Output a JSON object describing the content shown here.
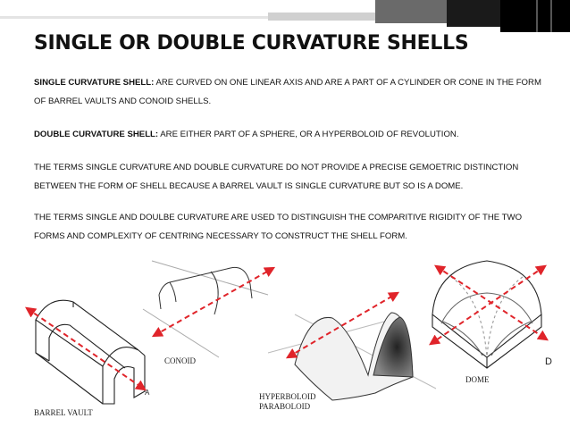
{
  "title": "SINGLE OR DOUBLE CURVATURE SHELLS",
  "paragraphs": {
    "single": {
      "term": "SINGLE CURVATURE SHELL:",
      "text": " ARE CURVED ON ONE LINEAR AXIS AND ARE A PART OF A CYLINDER OR CONE IN THE FORM OF BARREL VAULTS AND CONOID SHELLS."
    },
    "double": {
      "term": "DOUBLE CURVATURE SHELL:",
      "text": " ARE EITHER PART OF A SPHERE, OR A HYPERBOLOID OF REVOLUTION."
    },
    "terms": "THE TERMS SINGLE CURVATURE AND DOUBLE CURVATURE DO NOT PROVIDE A PRECISE GEMOETRIC DISTINCTION BETWEEN THE FORM OF SHELL BECAUSE A BARREL VAULT IS SINGLE CURVATURE BUT SO IS A DOME.",
    "rigidity": "THE TERMS SINGLE AND DOULBE CURVATURE ARE USED TO DISTINGUISH THE COMPARITIVE RIGIDITY OF THE TWO FORMS AND COMPLEXITY OF CENTRING NECESSARY TO CONSTRUCT THE SHELL FORM."
  },
  "figures": {
    "barrel_vault": "BARREL VAULT",
    "conoid": "CONOID",
    "hyperboloid_line1": "HYPERBOLOID",
    "hyperboloid_line2": "PARABOLOID",
    "dome": "DOME",
    "barrel_letter": "A",
    "dome_letter": "D"
  },
  "colors": {
    "arrow": "#e0242a",
    "topbar_dark": "#000000",
    "topbar_grey": "#c8c8c8"
  }
}
